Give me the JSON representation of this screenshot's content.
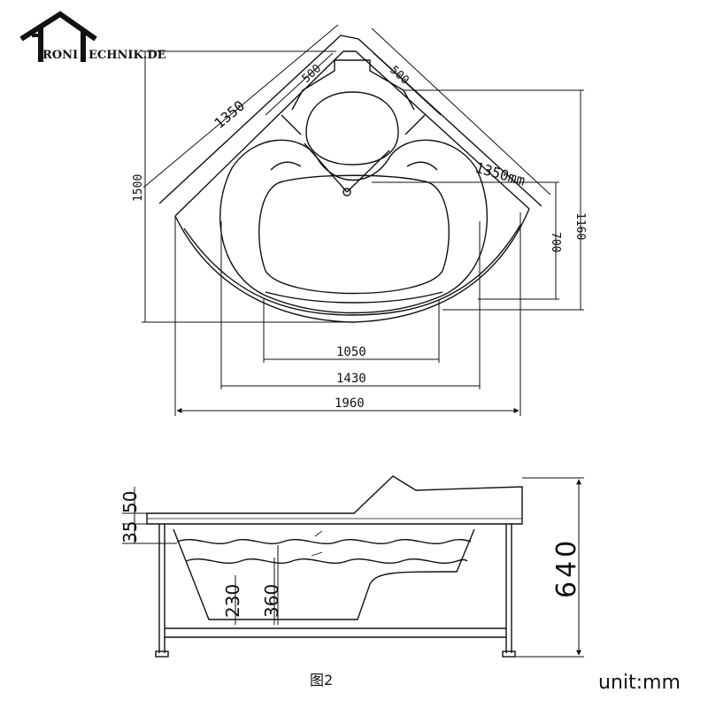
{
  "logo": {
    "text_a": "RONI",
    "text_b": "ECHNIK.DE"
  },
  "top_view": {
    "dims": {
      "d500_left": "500",
      "d500_right": "500",
      "d1350_left": "1350",
      "d1350_right": "1350mm",
      "d1500": "1500",
      "d1160": "1160",
      "d700": "700",
      "d1050": "1050",
      "d1430": "1430",
      "d1960": "1960"
    }
  },
  "side_view": {
    "dims": {
      "d50": "50",
      "d35": "35",
      "d230": "230",
      "d360": "360",
      "d640": "640"
    },
    "caption": "图2"
  },
  "unit_label": "unit:mm",
  "colors": {
    "ink": "#111111",
    "paper": "#ffffff"
  }
}
